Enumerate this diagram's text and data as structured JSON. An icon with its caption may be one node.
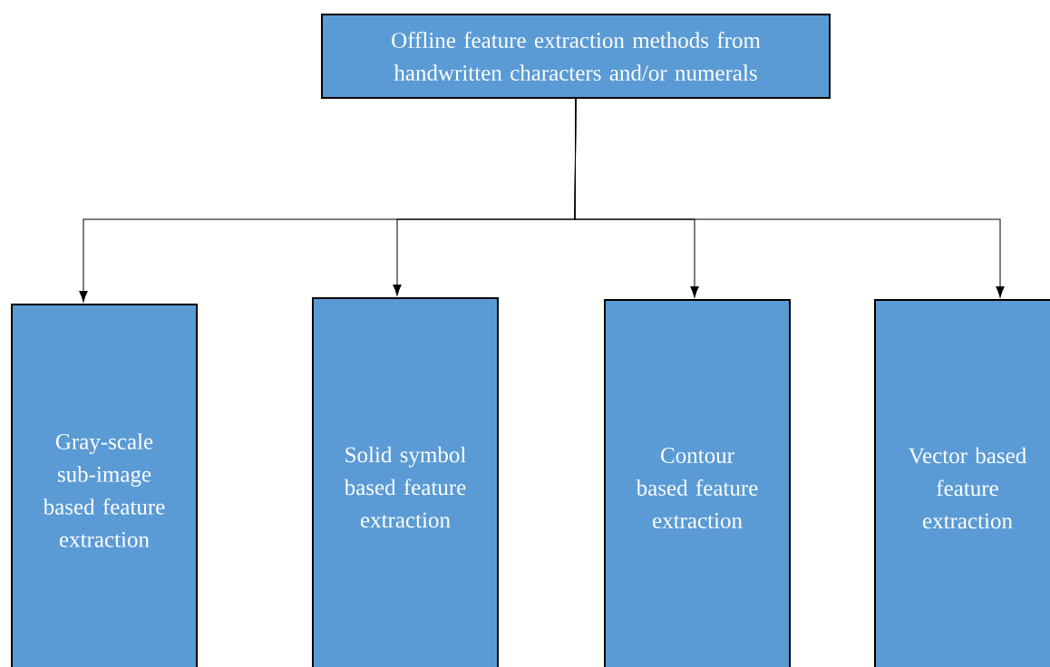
{
  "diagram": {
    "nodes": [
      {
        "text": [
          "Offline feature extraction methods from handwritten characters and/or numerals"
        ]
      },
      {
        "text": [
          "Gray-scale sub-image based feature extraction"
        ]
      },
      {
        "text": [
          "Solid symbol based feature extraction"
        ]
      },
      {
        "text": [
          "Contour based feature extraction"
        ]
      },
      {
        "text": [
          "Vector based feature extraction"
        ]
      }
    ],
    "edges": [
      {
        "from": 0,
        "to": 1,
        "arrow": "to"
      },
      {
        "from": 0,
        "to": 2,
        "arrow": "to"
      },
      {
        "from": 0,
        "to": 3,
        "arrow": "to"
      },
      {
        "from": 0,
        "to": 4,
        "arrow": "to"
      }
    ]
  }
}
